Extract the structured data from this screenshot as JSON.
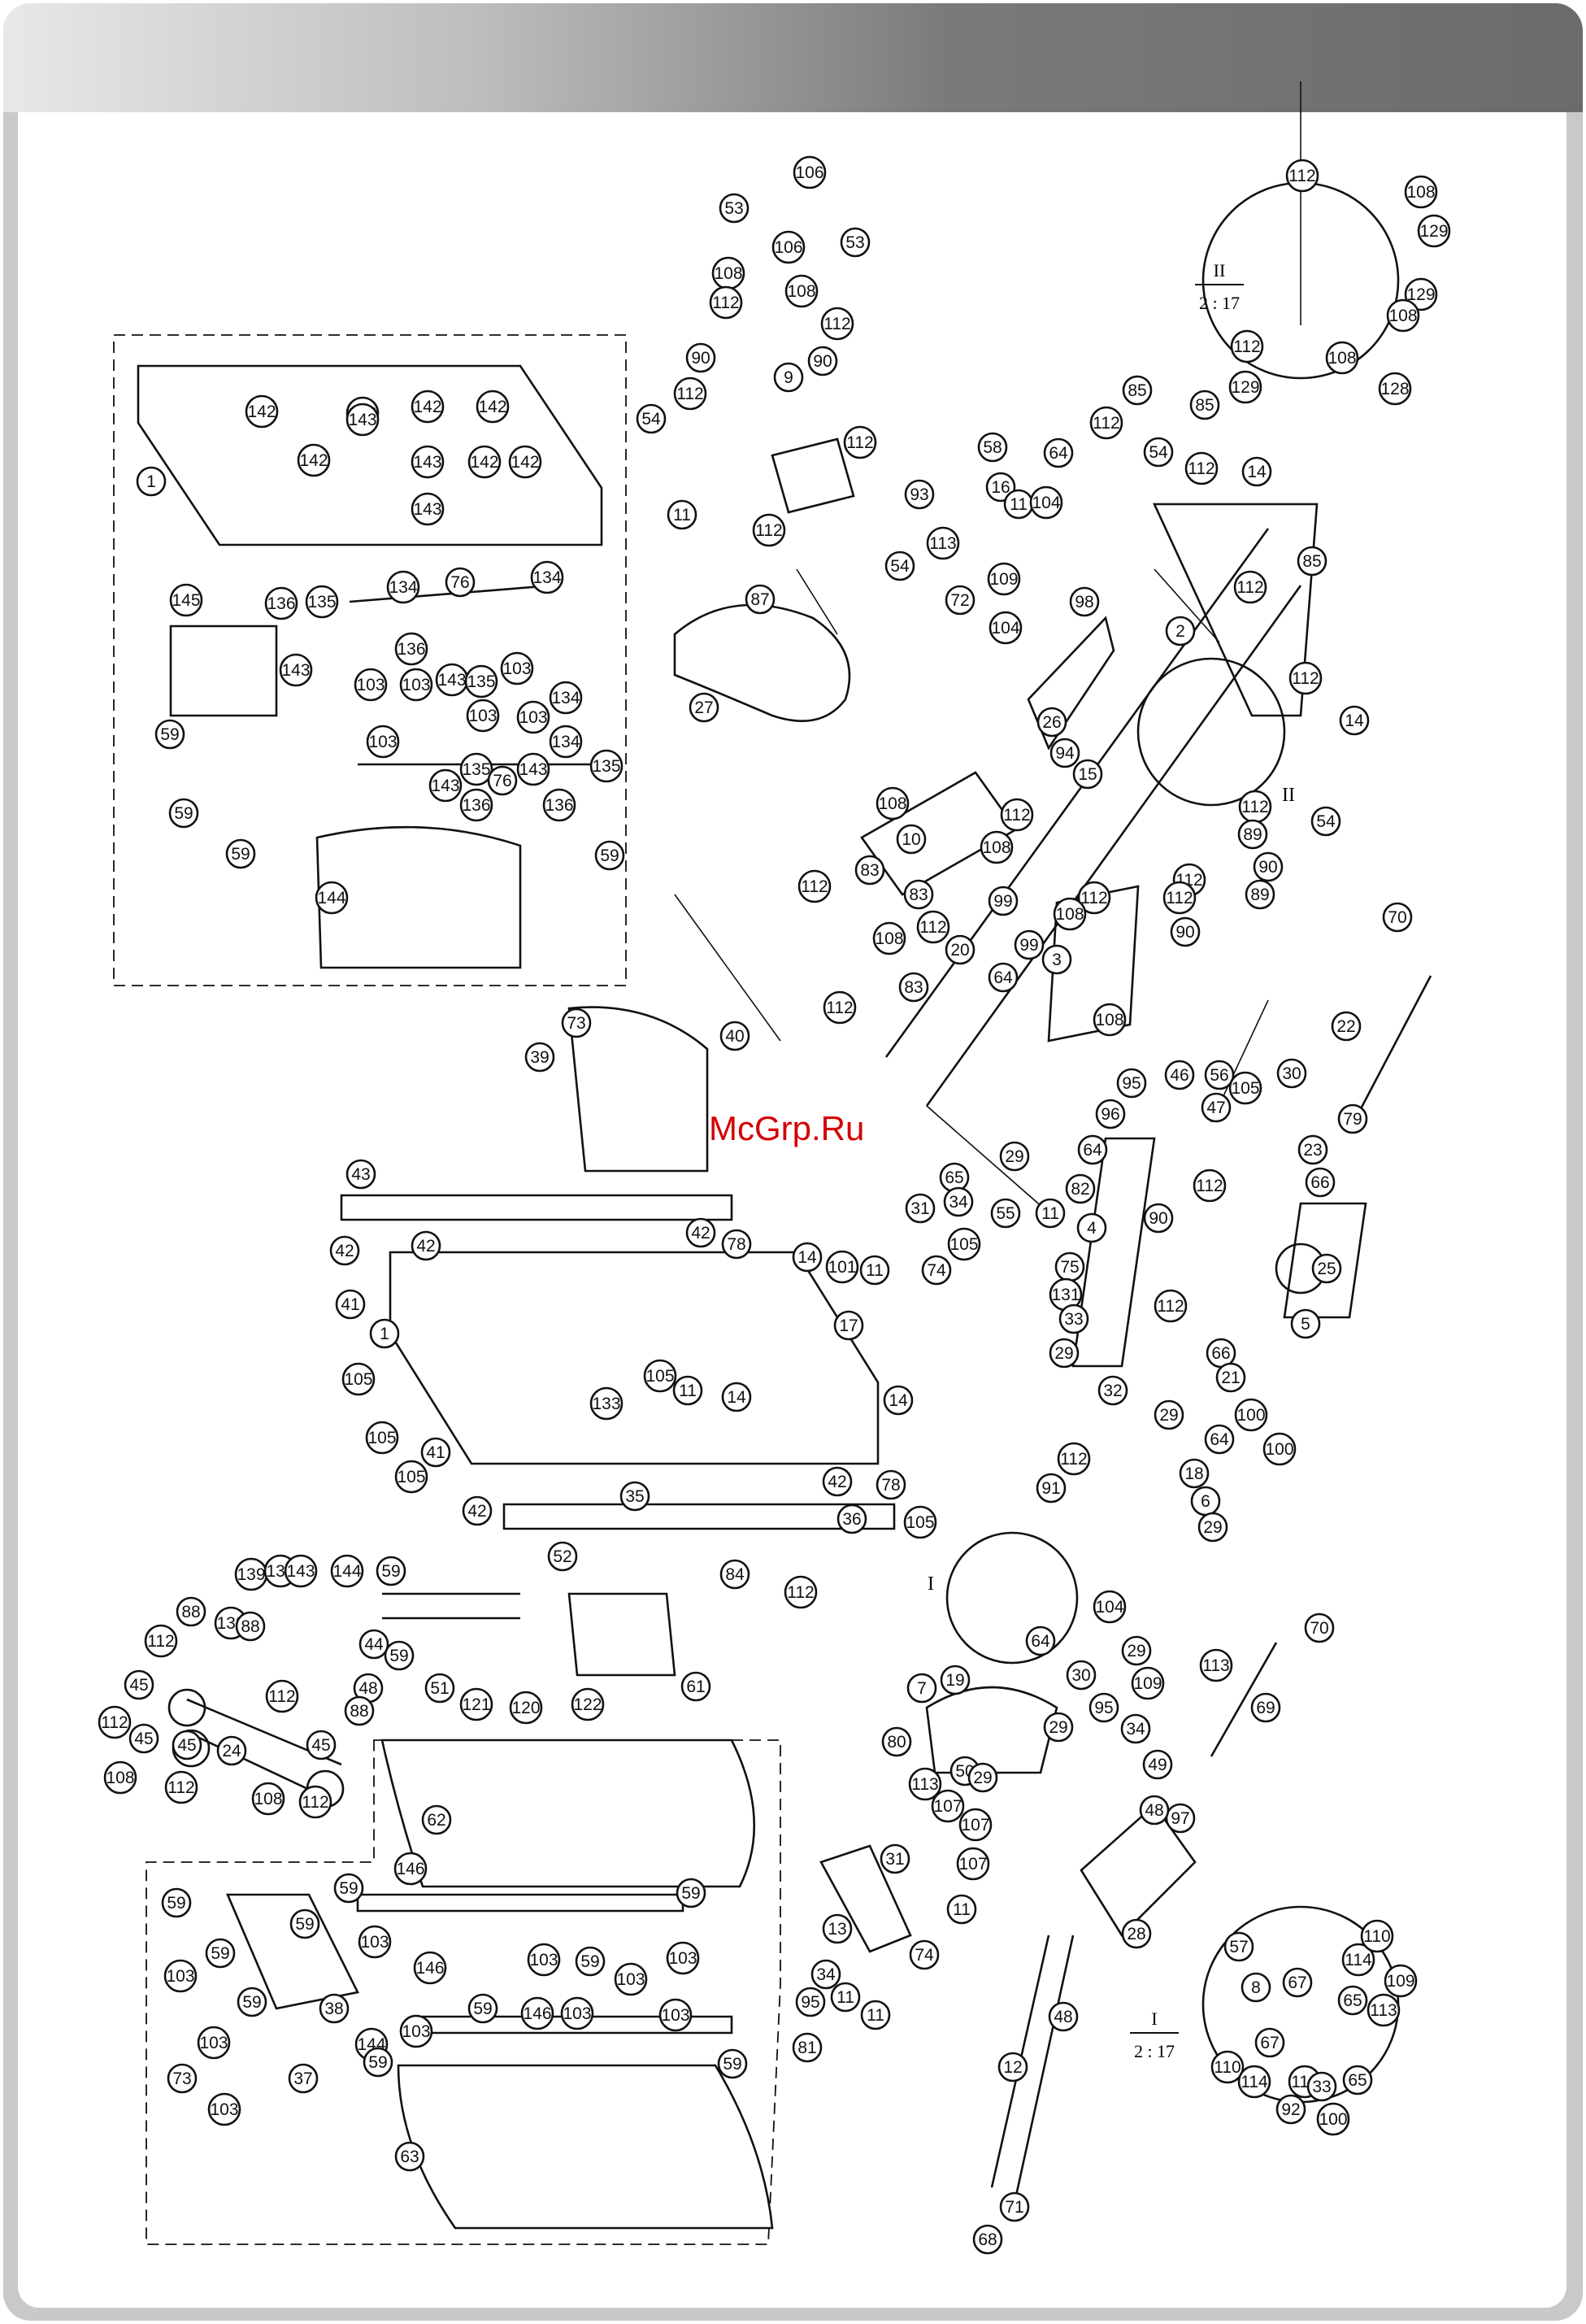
{
  "watermark": "McGrp.Ru",
  "detail_labels": {
    "detail_two": {
      "numeral": "II",
      "scale": "2 : 17"
    },
    "detail_one": {
      "numeral": "I",
      "scale": "2 : 17"
    },
    "circle_tag_two": "II",
    "circle_tag_one": "I"
  },
  "callouts": [
    {
      "id": "c1",
      "label": "53"
    },
    {
      "id": "c2",
      "label": "106"
    },
    {
      "id": "c3",
      "label": "53"
    },
    {
      "id": "c4",
      "label": "106"
    },
    {
      "id": "c5",
      "label": "108"
    },
    {
      "id": "c6",
      "label": "112"
    },
    {
      "id": "c7",
      "label": "108"
    },
    {
      "id": "c8",
      "label": "112"
    },
    {
      "id": "c9",
      "label": "9"
    },
    {
      "id": "c10",
      "label": "90"
    },
    {
      "id": "c11",
      "label": "90"
    },
    {
      "id": "c12",
      "label": "112"
    },
    {
      "id": "c13",
      "label": "112"
    },
    {
      "id": "c14",
      "label": "54"
    },
    {
      "id": "c15",
      "label": "11"
    },
    {
      "id": "c16",
      "label": "87"
    },
    {
      "id": "c17",
      "label": "112"
    },
    {
      "id": "c18",
      "label": "54"
    },
    {
      "id": "c19",
      "label": "27"
    },
    {
      "id": "c20",
      "label": "1"
    },
    {
      "id": "c21",
      "label": "142"
    },
    {
      "id": "c22",
      "label": "142"
    },
    {
      "id": "c23",
      "label": "142"
    },
    {
      "id": "c24",
      "label": "142"
    },
    {
      "id": "c25",
      "label": "142"
    },
    {
      "id": "c26",
      "label": "142"
    },
    {
      "id": "c27",
      "label": "142"
    },
    {
      "id": "c28",
      "label": "143"
    },
    {
      "id": "c29",
      "label": "143"
    },
    {
      "id": "c30",
      "label": "143"
    },
    {
      "id": "c31",
      "label": "145"
    },
    {
      "id": "c32",
      "label": "136"
    },
    {
      "id": "c33",
      "label": "135"
    },
    {
      "id": "c34",
      "label": "134"
    },
    {
      "id": "c35",
      "label": "76"
    },
    {
      "id": "c36",
      "label": "134"
    },
    {
      "id": "c37",
      "label": "143"
    },
    {
      "id": "c38",
      "label": "103"
    },
    {
      "id": "c39",
      "label": "103"
    },
    {
      "id": "c40",
      "label": "136"
    },
    {
      "id": "c41",
      "label": "143"
    },
    {
      "id": "c42",
      "label": "135"
    },
    {
      "id": "c43",
      "label": "103"
    },
    {
      "id": "c44",
      "label": "59"
    },
    {
      "id": "c45",
      "label": "59"
    },
    {
      "id": "c46",
      "label": "59"
    },
    {
      "id": "c47",
      "label": "134"
    },
    {
      "id": "c48",
      "label": "103"
    },
    {
      "id": "c49",
      "label": "103"
    },
    {
      "id": "c50",
      "label": "134"
    },
    {
      "id": "c51",
      "label": "103"
    },
    {
      "id": "c52",
      "label": "135"
    },
    {
      "id": "c53",
      "label": "143"
    },
    {
      "id": "c54",
      "label": "136"
    },
    {
      "id": "c55",
      "label": "76"
    },
    {
      "id": "c56",
      "label": "143"
    },
    {
      "id": "c57",
      "label": "136"
    },
    {
      "id": "c58",
      "label": "135"
    },
    {
      "id": "c59",
      "label": "144"
    },
    {
      "id": "c60",
      "label": "59"
    },
    {
      "id": "c61",
      "label": "112"
    },
    {
      "id": "c62",
      "label": "108"
    },
    {
      "id": "c63",
      "label": "129"
    },
    {
      "id": "c64",
      "label": "129"
    },
    {
      "id": "c65",
      "label": "108"
    },
    {
      "id": "c66",
      "label": "112"
    },
    {
      "id": "c67",
      "label": "129"
    },
    {
      "id": "c68",
      "label": "108"
    },
    {
      "id": "c69",
      "label": "128"
    },
    {
      "id": "c70",
      "label": "85"
    },
    {
      "id": "c71",
      "label": "85"
    },
    {
      "id": "c72",
      "label": "112"
    },
    {
      "id": "c73",
      "label": "112"
    },
    {
      "id": "c74",
      "label": "54"
    },
    {
      "id": "c75",
      "label": "64"
    },
    {
      "id": "c76",
      "label": "14"
    },
    {
      "id": "c77",
      "label": "58"
    },
    {
      "id": "c78",
      "label": "16"
    },
    {
      "id": "c79",
      "label": "93"
    },
    {
      "id": "c80",
      "label": "113"
    },
    {
      "id": "c81",
      "label": "11"
    },
    {
      "id": "c82",
      "label": "72"
    },
    {
      "id": "c83",
      "label": "109"
    },
    {
      "id": "c84",
      "label": "104"
    },
    {
      "id": "c85",
      "label": "98"
    },
    {
      "id": "c86",
      "label": "104"
    },
    {
      "id": "c87",
      "label": "2"
    },
    {
      "id": "c88",
      "label": "112"
    },
    {
      "id": "c89",
      "label": "85"
    },
    {
      "id": "c90",
      "label": "112"
    },
    {
      "id": "c91",
      "label": "14"
    },
    {
      "id": "c92",
      "label": "26"
    },
    {
      "id": "c93",
      "label": "94"
    },
    {
      "id": "c94",
      "label": "15"
    },
    {
      "id": "c95",
      "label": "54"
    },
    {
      "id": "c96",
      "label": "112"
    },
    {
      "id": "c97",
      "label": "89"
    },
    {
      "id": "c98",
      "label": "90"
    },
    {
      "id": "c99",
      "label": "89"
    },
    {
      "id": "c100",
      "label": "112"
    },
    {
      "id": "c101",
      "label": "90"
    },
    {
      "id": "c102",
      "label": "112"
    },
    {
      "id": "c103",
      "label": "108"
    },
    {
      "id": "c104",
      "label": "10"
    },
    {
      "id": "c105",
      "label": "112"
    },
    {
      "id": "c106",
      "label": "108"
    },
    {
      "id": "c107",
      "label": "83"
    },
    {
      "id": "c108",
      "label": "112"
    },
    {
      "id": "c109",
      "label": "83"
    },
    {
      "id": "c110",
      "label": "112"
    },
    {
      "id": "c111",
      "label": "108"
    },
    {
      "id": "c112",
      "label": "112"
    },
    {
      "id": "c113",
      "label": "3"
    },
    {
      "id": "c114",
      "label": "108"
    },
    {
      "id": "c115",
      "label": "99"
    },
    {
      "id": "c116",
      "label": "99"
    },
    {
      "id": "c117",
      "label": "20"
    },
    {
      "id": "c118",
      "label": "64"
    },
    {
      "id": "c119",
      "label": "83"
    },
    {
      "id": "c120",
      "label": "112"
    },
    {
      "id": "c121",
      "label": "108"
    },
    {
      "id": "c122",
      "label": "70"
    },
    {
      "id": "c123",
      "label": "22"
    },
    {
      "id": "c124",
      "label": "40"
    },
    {
      "id": "c125",
      "label": "73"
    },
    {
      "id": "c126",
      "label": "39"
    },
    {
      "id": "c127",
      "label": "46"
    },
    {
      "id": "c128",
      "label": "56"
    },
    {
      "id": "c129",
      "label": "105"
    },
    {
      "id": "c130",
      "label": "30"
    },
    {
      "id": "c131",
      "label": "95"
    },
    {
      "id": "c132",
      "label": "47"
    },
    {
      "id": "c133",
      "label": "96"
    },
    {
      "id": "c134",
      "label": "79"
    },
    {
      "id": "c135",
      "label": "23"
    },
    {
      "id": "c136",
      "label": "66"
    },
    {
      "id": "c137",
      "label": "43"
    },
    {
      "id": "c138",
      "label": "64"
    },
    {
      "id": "c139",
      "label": "82"
    },
    {
      "id": "c140",
      "label": "29"
    },
    {
      "id": "c141",
      "label": "65"
    },
    {
      "id": "c142",
      "label": "34"
    },
    {
      "id": "c143",
      "label": "55"
    },
    {
      "id": "c144",
      "label": "31"
    },
    {
      "id": "c145",
      "label": "105"
    },
    {
      "id": "c146",
      "label": "11"
    },
    {
      "id": "c147",
      "label": "4"
    },
    {
      "id": "c148",
      "label": "112"
    },
    {
      "id": "c149",
      "label": "90"
    },
    {
      "id": "c150",
      "label": "25"
    },
    {
      "id": "c151",
      "label": "42"
    },
    {
      "id": "c152",
      "label": "42"
    },
    {
      "id": "c153",
      "label": "42"
    },
    {
      "id": "c154",
      "label": "78"
    },
    {
      "id": "c155",
      "label": "74"
    },
    {
      "id": "c156",
      "label": "101"
    },
    {
      "id": "c157",
      "label": "11"
    },
    {
      "id": "c158",
      "label": "14"
    },
    {
      "id": "c159",
      "label": "17"
    },
    {
      "id": "c160",
      "label": "75"
    },
    {
      "id": "c161",
      "label": "131"
    },
    {
      "id": "c162",
      "label": "33"
    },
    {
      "id": "c163",
      "label": "112"
    },
    {
      "id": "c164",
      "label": "5"
    },
    {
      "id": "c165",
      "label": "66"
    },
    {
      "id": "c166",
      "label": "21"
    },
    {
      "id": "c167",
      "label": "41"
    },
    {
      "id": "c168",
      "label": "1"
    },
    {
      "id": "c169",
      "label": "105"
    },
    {
      "id": "c170",
      "label": "105"
    },
    {
      "id": "c171",
      "label": "133"
    },
    {
      "id": "c172",
      "label": "11"
    },
    {
      "id": "c173",
      "label": "14"
    },
    {
      "id": "c174",
      "label": "29"
    },
    {
      "id": "c175",
      "label": "32"
    },
    {
      "id": "c176",
      "label": "105"
    },
    {
      "id": "c177",
      "label": "14"
    },
    {
      "id": "c178",
      "label": "41"
    },
    {
      "id": "c179",
      "label": "105"
    },
    {
      "id": "c180",
      "label": "42"
    },
    {
      "id": "c181",
      "label": "35"
    },
    {
      "id": "c182",
      "label": "52"
    },
    {
      "id": "c183",
      "label": "42"
    },
    {
      "id": "c184",
      "label": "105"
    },
    {
      "id": "c185",
      "label": "78"
    },
    {
      "id": "c186",
      "label": "36"
    },
    {
      "id": "c187",
      "label": "29"
    },
    {
      "id": "c188",
      "label": "64"
    },
    {
      "id": "c189",
      "label": "100"
    },
    {
      "id": "c190",
      "label": "18"
    },
    {
      "id": "c191",
      "label": "100"
    },
    {
      "id": "c192",
      "label": "112"
    },
    {
      "id": "c193",
      "label": "91"
    },
    {
      "id": "c194",
      "label": "6"
    },
    {
      "id": "c195",
      "label": "29"
    },
    {
      "id": "c196",
      "label": "84"
    },
    {
      "id": "c197",
      "label": "112"
    },
    {
      "id": "c198",
      "label": "139"
    },
    {
      "id": "c199",
      "label": "134"
    },
    {
      "id": "c200",
      "label": "143"
    },
    {
      "id": "c201",
      "label": "144"
    },
    {
      "id": "c202",
      "label": "59"
    },
    {
      "id": "c203",
      "label": "138"
    },
    {
      "id": "c204",
      "label": "88"
    },
    {
      "id": "c205",
      "label": "44"
    },
    {
      "id": "c206",
      "label": "59"
    },
    {
      "id": "c207",
      "label": "51"
    },
    {
      "id": "c208",
      "label": "121"
    },
    {
      "id": "c209",
      "label": "120"
    },
    {
      "id": "c210",
      "label": "122"
    },
    {
      "id": "c211",
      "label": "61"
    },
    {
      "id": "c212",
      "label": "88"
    },
    {
      "id": "c213",
      "label": "112"
    },
    {
      "id": "c214",
      "label": "45"
    },
    {
      "id": "c215",
      "label": "112"
    },
    {
      "id": "c216",
      "label": "45"
    },
    {
      "id": "c217",
      "label": "48"
    },
    {
      "id": "c218",
      "label": "88"
    },
    {
      "id": "c219",
      "label": "112"
    },
    {
      "id": "c220",
      "label": "24"
    },
    {
      "id": "c221",
      "label": "45"
    },
    {
      "id": "c222",
      "label": "45"
    },
    {
      "id": "c223",
      "label": "108"
    },
    {
      "id": "c224",
      "label": "112"
    },
    {
      "id": "c225",
      "label": "108"
    },
    {
      "id": "c226",
      "label": "112"
    },
    {
      "id": "c227",
      "label": "104"
    },
    {
      "id": "c228",
      "label": "29"
    },
    {
      "id": "c229",
      "label": "30"
    },
    {
      "id": "c230",
      "label": "109"
    },
    {
      "id": "c231",
      "label": "113"
    },
    {
      "id": "c232",
      "label": "64"
    },
    {
      "id": "c233",
      "label": "19"
    },
    {
      "id": "c234",
      "label": "7"
    },
    {
      "id": "c235",
      "label": "95"
    },
    {
      "id": "c236",
      "label": "34"
    },
    {
      "id": "c237",
      "label": "29"
    },
    {
      "id": "c238",
      "label": "80"
    },
    {
      "id": "c239",
      "label": "50"
    },
    {
      "id": "c240",
      "label": "113"
    },
    {
      "id": "c241",
      "label": "107"
    },
    {
      "id": "c242",
      "label": "29"
    },
    {
      "id": "c243",
      "label": "70"
    },
    {
      "id": "c244",
      "label": "69"
    },
    {
      "id": "c245",
      "label": "49"
    },
    {
      "id": "c246",
      "label": "97"
    },
    {
      "id": "c247",
      "label": "48"
    },
    {
      "id": "c248",
      "label": "62"
    },
    {
      "id": "c249",
      "label": "59"
    },
    {
      "id": "c250",
      "label": "146"
    },
    {
      "id": "c251",
      "label": "59"
    },
    {
      "id": "c252",
      "label": "59"
    },
    {
      "id": "c253",
      "label": "103"
    },
    {
      "id": "c254",
      "label": "146"
    },
    {
      "id": "c255",
      "label": "103"
    },
    {
      "id": "c256",
      "label": "103"
    },
    {
      "id": "c257",
      "label": "59"
    },
    {
      "id": "c258",
      "label": "103"
    },
    {
      "id": "c259",
      "label": "107"
    },
    {
      "id": "c260",
      "label": "31"
    },
    {
      "id": "c261",
      "label": "107"
    },
    {
      "id": "c262",
      "label": "11"
    },
    {
      "id": "c263",
      "label": "13"
    },
    {
      "id": "c264",
      "label": "74"
    },
    {
      "id": "c265",
      "label": "34"
    },
    {
      "id": "c266",
      "label": "11"
    },
    {
      "id": "c267",
      "label": "95"
    },
    {
      "id": "c268",
      "label": "11"
    },
    {
      "id": "c269",
      "label": "81"
    },
    {
      "id": "c270",
      "label": "28"
    },
    {
      "id": "c271",
      "label": "48"
    },
    {
      "id": "c272",
      "label": "59"
    },
    {
      "id": "c273",
      "label": "59"
    },
    {
      "id": "c274",
      "label": "103"
    },
    {
      "id": "c275",
      "label": "59"
    },
    {
      "id": "c276",
      "label": "38"
    },
    {
      "id": "c277",
      "label": "103"
    },
    {
      "id": "c278",
      "label": "73"
    },
    {
      "id": "c279",
      "label": "103"
    },
    {
      "id": "c280",
      "label": "37"
    },
    {
      "id": "c281",
      "label": "103"
    },
    {
      "id": "c282",
      "label": "59"
    },
    {
      "id": "c283",
      "label": "146"
    },
    {
      "id": "c284",
      "label": "103"
    },
    {
      "id": "c285",
      "label": "103"
    },
    {
      "id": "c286",
      "label": "144"
    },
    {
      "id": "c287",
      "label": "59"
    },
    {
      "id": "c288",
      "label": "59"
    },
    {
      "id": "c289",
      "label": "63"
    },
    {
      "id": "c290",
      "label": "12"
    },
    {
      "id": "c291",
      "label": "71"
    },
    {
      "id": "c292",
      "label": "68"
    },
    {
      "id": "c293",
      "label": "57"
    },
    {
      "id": "c294",
      "label": "8"
    },
    {
      "id": "c295",
      "label": "67"
    },
    {
      "id": "c296",
      "label": "114"
    },
    {
      "id": "c297",
      "label": "110"
    },
    {
      "id": "c298",
      "label": "65"
    },
    {
      "id": "c299",
      "label": "109"
    },
    {
      "id": "c300",
      "label": "113"
    },
    {
      "id": "c301",
      "label": "110"
    },
    {
      "id": "c302",
      "label": "114"
    },
    {
      "id": "c303",
      "label": "67"
    },
    {
      "id": "c304",
      "label": "113"
    },
    {
      "id": "c305",
      "label": "33"
    },
    {
      "id": "c306",
      "label": "92"
    },
    {
      "id": "c307",
      "label": "100"
    },
    {
      "id": "c308",
      "label": "65"
    }
  ]
}
